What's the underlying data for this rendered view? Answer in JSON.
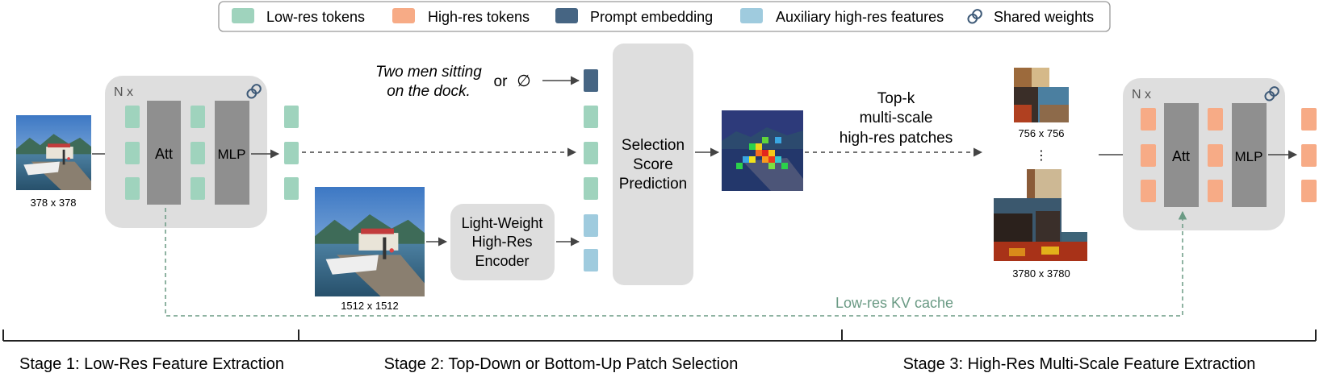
{
  "legend": {
    "items": [
      {
        "label": "Low-res tokens",
        "color": "#9fd3bd"
      },
      {
        "label": "High-res tokens",
        "color": "#f7ab86"
      },
      {
        "label": "Prompt embedding",
        "color": "#466583"
      },
      {
        "label": "Auxiliary high-res features",
        "color": "#9fcbde"
      },
      {
        "label": "Shared weights",
        "icon": "link-icon"
      }
    ]
  },
  "stage1": {
    "input_image_size": "378 x 378",
    "block_repeat": "N x",
    "att_label": "Att",
    "mlp_label": "MLP"
  },
  "stage2": {
    "prompt_line1": "Two men sitting",
    "prompt_line2": "on the dock.",
    "or_label": "or",
    "empty_set": "∅",
    "hires_image_size": "1512 x 1512",
    "encoder_line1": "Light-Weight",
    "encoder_line2": "High-Res",
    "encoder_line3": "Encoder",
    "selection_line1": "Selection",
    "selection_line2": "Score",
    "selection_line3": "Prediction"
  },
  "stage3": {
    "topk_line1": "Top-k",
    "topk_line2": "multi-scale",
    "topk_line3": "high-res patches",
    "patch_small_size": "756 x 756",
    "ellipsis": "⋮",
    "patch_large_size": "3780 x 3780",
    "block_repeat": "N x",
    "att_label": "Att",
    "mlp_label": "MLP",
    "kv_cache_label": "Low-res KV cache"
  },
  "stages": {
    "stage1_title": "Stage 1: Low-Res Feature Extraction",
    "stage2_title": "Stage 2: Top-Down or Bottom-Up Patch Selection",
    "stage3_title": "Stage 3: High-Res Multi-Scale Feature Extraction"
  },
  "colors": {
    "low_res": "#9fd3bd",
    "high_res": "#f7ab86",
    "prompt": "#466583",
    "aux": "#9fcbde",
    "kv_cache": "#6a9a84",
    "block_bg": "#dedede",
    "layer": "#8f8f8f"
  }
}
